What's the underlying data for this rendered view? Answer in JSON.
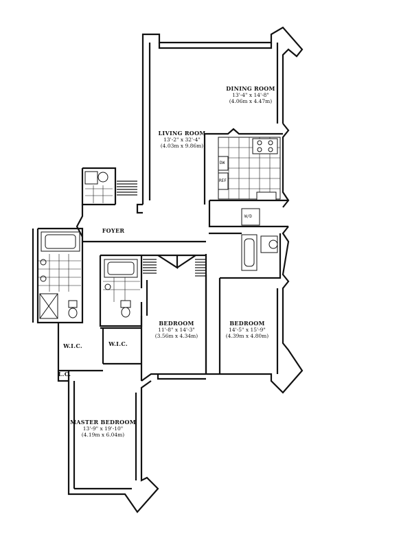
{
  "rooms": {
    "dining": {
      "name": "DINING ROOM",
      "imperial": "13'-4\" x 14'-8\"",
      "metric": "(4.06m x 4.47m)"
    },
    "living": {
      "name": "LIVING ROOM",
      "imperial": "13'-2\" x 32'-4\"",
      "metric": "(4.03m x 9.86m)"
    },
    "foyer": {
      "name": "FOYER"
    },
    "bedroom_a": {
      "name": "BEDROOM",
      "imperial": "11'-8\" x 14'-3\"",
      "metric": "(3.56m x 4.34m)"
    },
    "bedroom_b": {
      "name": "BEDROOM",
      "imperial": "14'-5\" x 15'-9\"",
      "metric": "(4.39m x 4.80m)"
    },
    "master": {
      "name": "MASTER BEDROOM",
      "imperial": "13'-9\" x 19'-10\"",
      "metric": "(4.19m x 6.04m)"
    }
  },
  "closets": {
    "wic_left": "W.I.C.",
    "wic_right": "W.I.C.",
    "lc": "L.C."
  },
  "appliances": {
    "washer_dryer": "W/D",
    "dw": "DW",
    "ref": "REF"
  }
}
